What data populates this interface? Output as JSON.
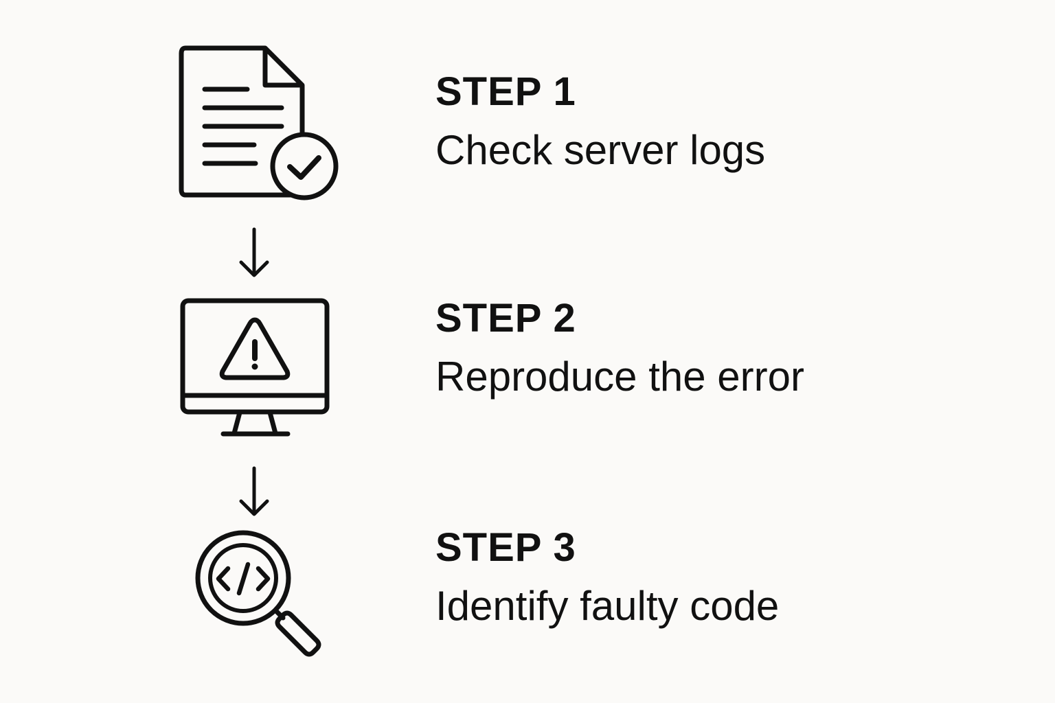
{
  "steps": [
    {
      "label": "STEP 1",
      "description": "Check server logs",
      "icon": "document-check-icon"
    },
    {
      "label": "STEP 2",
      "description": "Reproduce the error",
      "icon": "monitor-warning-icon"
    },
    {
      "label": "STEP 3",
      "description": "Identify faulty code",
      "icon": "magnifier-code-icon"
    }
  ],
  "connectors": [
    "arrow-down-icon",
    "arrow-down-icon"
  ],
  "colors": {
    "background": "#fbfaf8",
    "ink": "#111111"
  }
}
